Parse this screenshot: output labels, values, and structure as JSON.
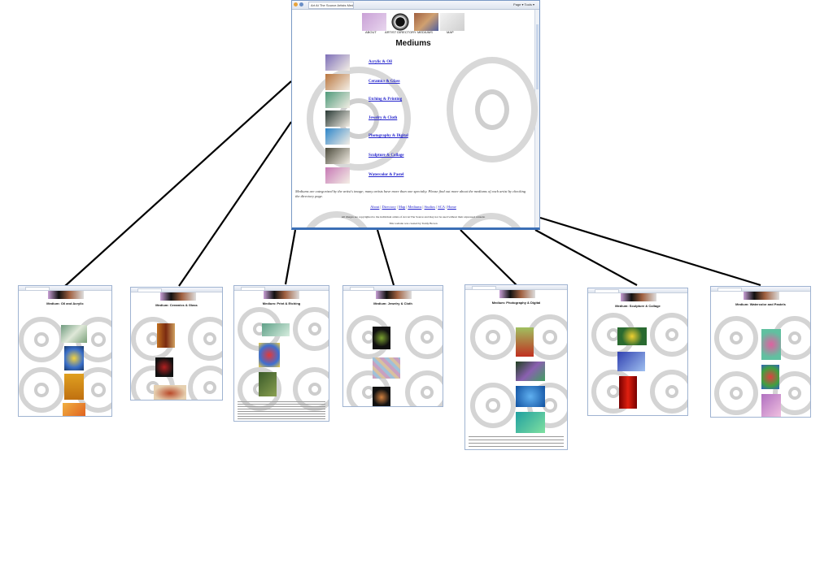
{
  "main": {
    "tab_title": "Art At The Source Artists Mediums",
    "toolbar_text": "Page ▾  Tools ▾",
    "logo_labels": [
      "ABOUT",
      "ARTIST DIRECTORY",
      "MEDIUMS",
      "MAP"
    ],
    "title": "Mediums",
    "mediums": [
      {
        "label": "Acrylic & Oil",
        "color": "#7e6fb8"
      },
      {
        "label": "Ceramics & Glass",
        "color": "#b9763f"
      },
      {
        "label": "Etching & Printing",
        "color": "#4f9a7a"
      },
      {
        "label": "Jewelry & Cloth",
        "color": "#2a3a36"
      },
      {
        "label": "Photography & Digital",
        "color": "#2f86c9"
      },
      {
        "label": "Sculpture & Collage",
        "color": "#4c4b3c"
      },
      {
        "label": "Watercolor & Pastel",
        "color": "#c779b5"
      }
    ],
    "description": "Mediums are categorized by the artist's image; many artists have more than one specialty. Please find out more about the mediums of each artist by checking the directory page.",
    "nav_links": [
      "About",
      "Directory",
      "Map",
      "Mediums",
      "Studios",
      "SCA",
      "Home"
    ],
    "copyright": "All images are copyrighted to the individual artists of Art At The Source and may not be used without their expressed consent.",
    "credit": "This website was created by Teddy Brown"
  },
  "subpages": [
    {
      "title": "Medium: Oil and Acrylic"
    },
    {
      "title": "Medium: Ceramics & Glass"
    },
    {
      "title": "Medium: Print & Etching"
    },
    {
      "title": "Medium: Jewelry & Cloth"
    },
    {
      "title": "Medium: Photography & Digital"
    },
    {
      "title": "Medium: Sculpture & Collage"
    },
    {
      "title": "Medium: Watercolor and Pastels"
    }
  ],
  "colors": {
    "link": "#2222cc",
    "window_border": "#7a99c5",
    "connector": "#000000"
  }
}
